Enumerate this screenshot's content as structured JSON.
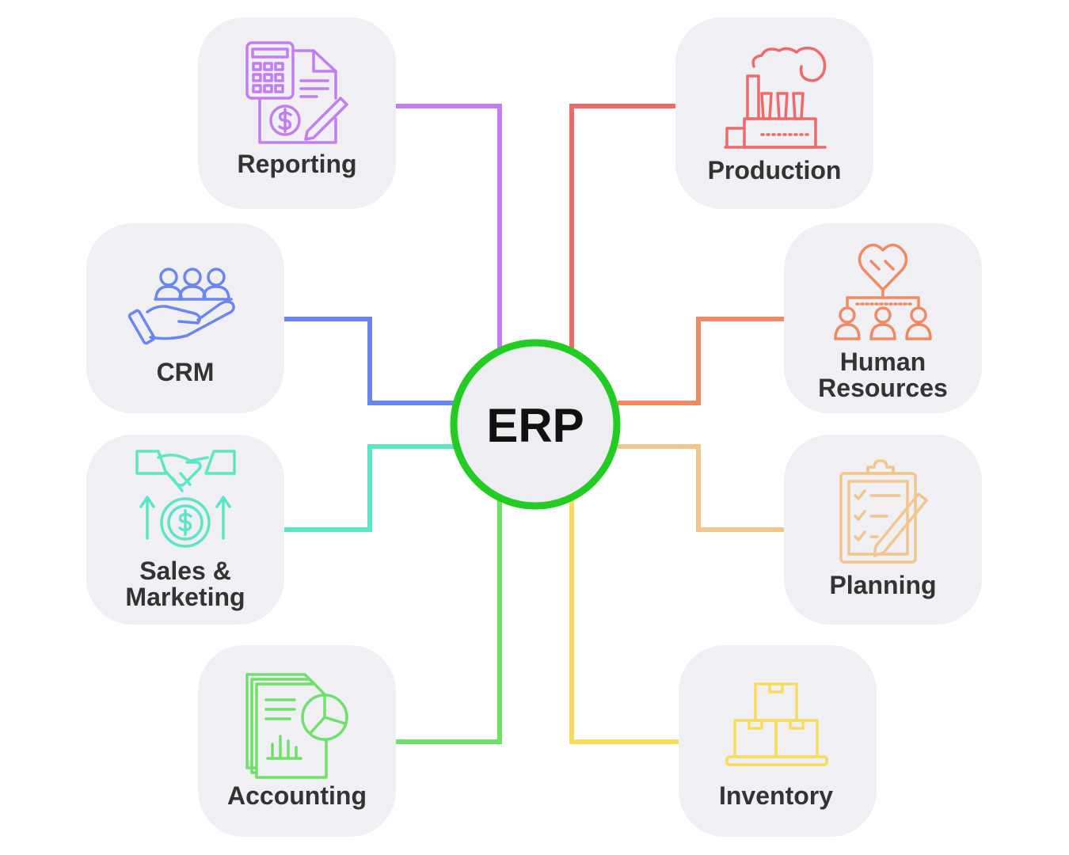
{
  "center": {
    "label": "ERP",
    "ring_color": "#22cc22"
  },
  "modules": [
    {
      "id": "reporting",
      "label": "Reporting",
      "color": "#c17ef0",
      "icon": "calculator-document-icon"
    },
    {
      "id": "crm",
      "label": "CRM",
      "color": "#6a86ef",
      "icon": "hand-holding-people-icon"
    },
    {
      "id": "sales",
      "label_line1": "Sales &",
      "label_line2": "Marketing",
      "color": "#5de6c4",
      "icon": "handshake-dollar-icon"
    },
    {
      "id": "accounting",
      "label": "Accounting",
      "color": "#6fe06a",
      "icon": "documents-pie-chart-icon"
    },
    {
      "id": "production",
      "label": "Production",
      "color": "#ec6a6a",
      "icon": "factory-icon"
    },
    {
      "id": "hr",
      "label_line1": "Human",
      "label_line2": "Resources",
      "color": "#f08a62",
      "icon": "org-chart-heart-icon"
    },
    {
      "id": "planning",
      "label": "Planning",
      "color": "#f0c68c",
      "icon": "clipboard-checklist-icon"
    },
    {
      "id": "inventory",
      "label": "Inventory",
      "color": "#f7dc5c",
      "icon": "stacked-boxes-icon"
    }
  ]
}
